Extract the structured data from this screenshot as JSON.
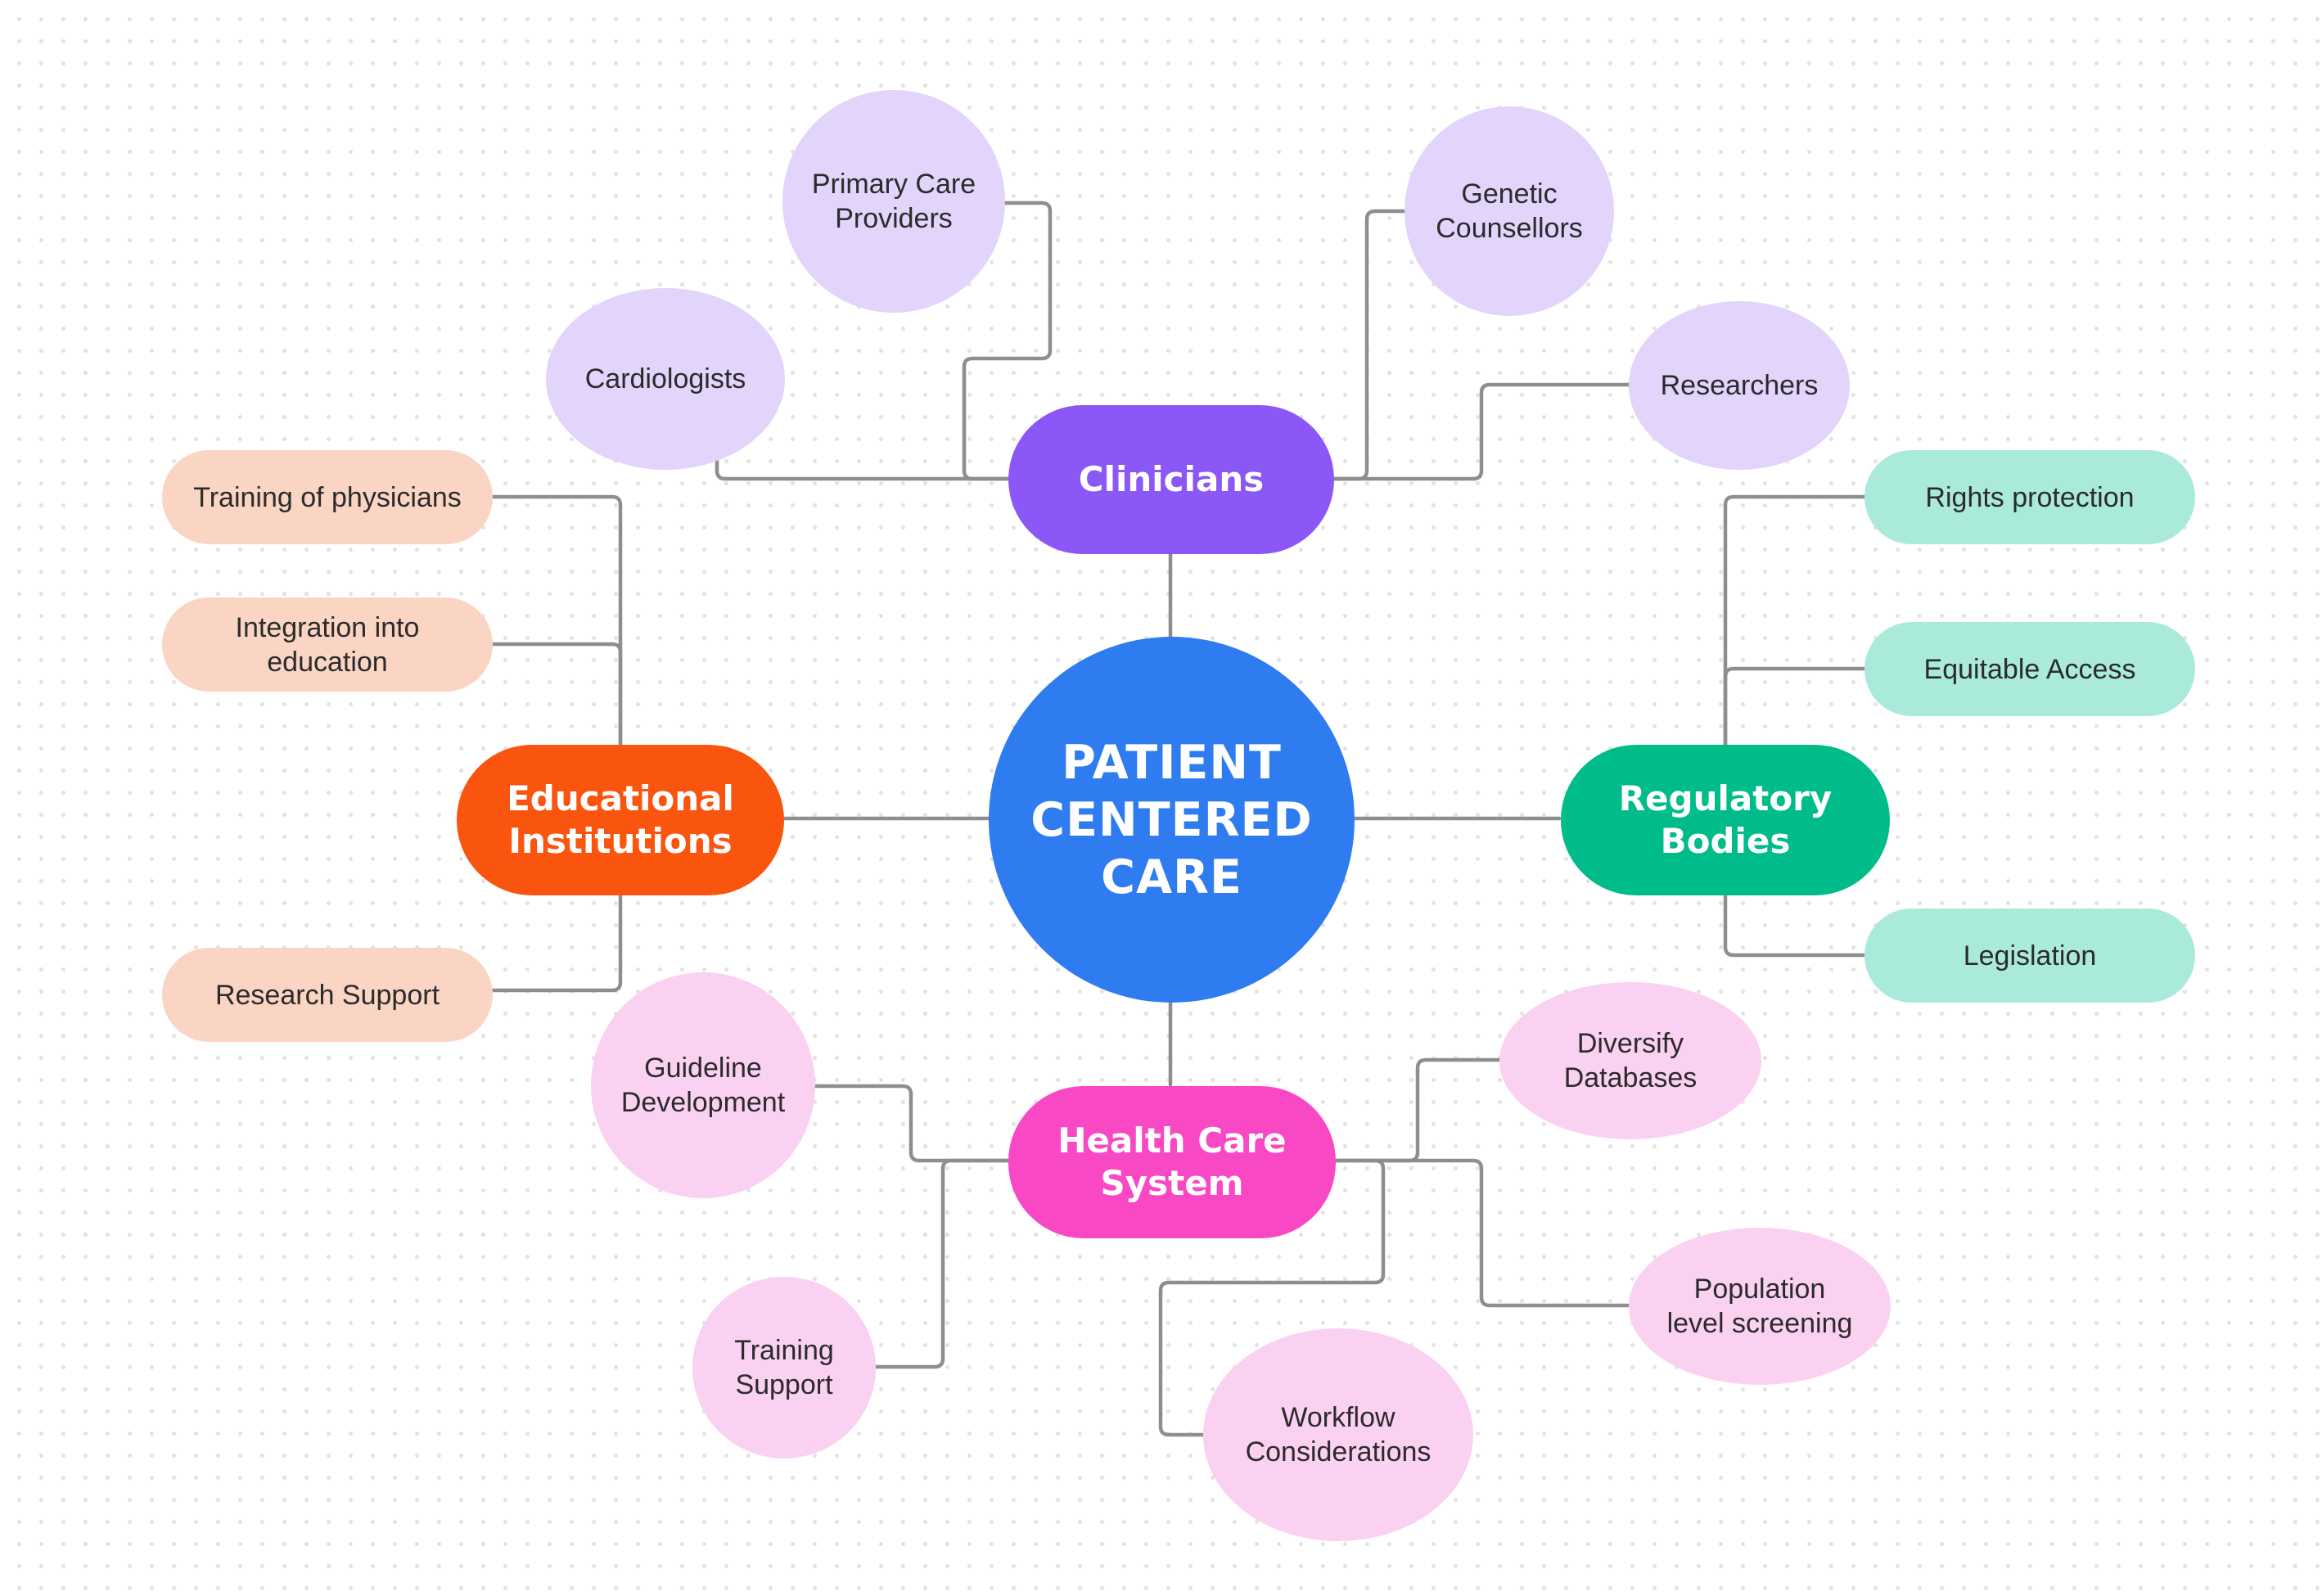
{
  "colors": {
    "connector": "#8e8e8e",
    "center": "#2e7cf0",
    "clinicians": "#8b57f7",
    "clinicians_leaf": "#e2d4fb",
    "education": "#fa550f",
    "education_leaf": "#fbd5c4",
    "regulatory": "#00bb8a",
    "regulatory_leaf": "#aaeadb",
    "healthcare": "#f948c3",
    "healthcare_leaf": "#fbd1f1"
  },
  "center": {
    "label": "PATIENT\nCENTERED\nCARE"
  },
  "branches": {
    "clinicians": {
      "label": "Clinicians",
      "items": [
        "Primary Care\nProviders",
        "Cardiologists",
        "Genetic\nCounsellors",
        "Researchers"
      ]
    },
    "education": {
      "label": "Educational\nInstitutions",
      "items": [
        "Training of physicians",
        "Integration into\neducation",
        "Research Support"
      ]
    },
    "regulatory": {
      "label": "Regulatory Bodies",
      "items": [
        "Rights protection",
        "Equitable Access",
        "Legislation"
      ]
    },
    "healthcare": {
      "label": "Health Care\nSystem",
      "items": [
        "Guideline\nDevelopment",
        "Training\nSupport",
        "Diversify\nDatabases",
        "Population\nlevel screening",
        "Workflow\nConsiderations"
      ]
    }
  }
}
